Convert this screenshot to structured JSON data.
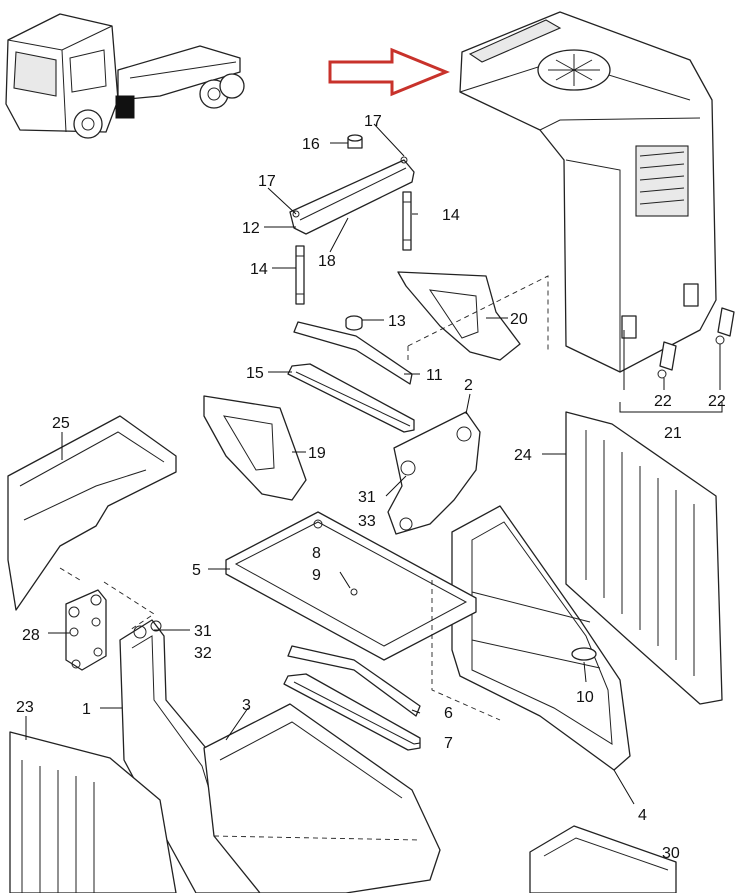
{
  "colors": {
    "arrow": "#c8322b",
    "line": "#222222",
    "fill": "#ffffff",
    "shade": "#e9e9e9"
  },
  "callouts": {
    "c1": "1",
    "c2": "2",
    "c3": "3",
    "c4": "4",
    "c5": "5",
    "c6": "6",
    "c7": "7",
    "c8": "8",
    "c9": "9",
    "c10": "10",
    "c11": "11",
    "c12": "12",
    "c13": "13",
    "c14a": "14",
    "c14b": "14",
    "c15": "15",
    "c16": "16",
    "c17a": "17",
    "c17b": "17",
    "c18": "18",
    "c19": "19",
    "c20": "20",
    "c21": "21",
    "c22a": "22",
    "c22b": "22",
    "c23": "23",
    "c24": "24",
    "c25": "25",
    "c28": "28",
    "c30": "30",
    "c31a": "31",
    "c31b": "31",
    "c32": "32",
    "c33": "33"
  }
}
